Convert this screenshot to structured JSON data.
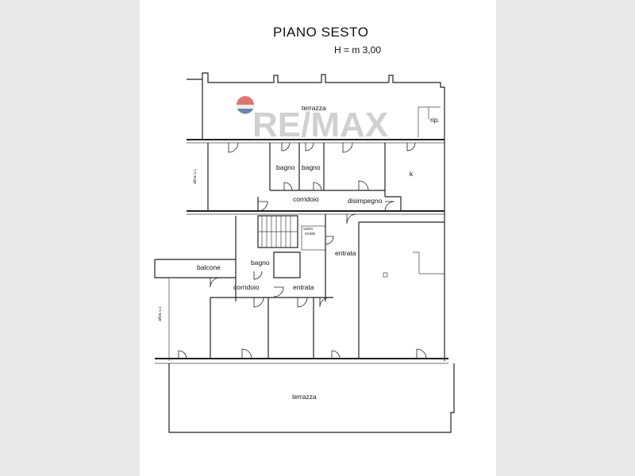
{
  "plan": {
    "title": "PIANO SESTO",
    "height_note": "H = m 3,00"
  },
  "watermark": {
    "brand": "RE/MAX",
    "brand_color": "#c8c8c8",
    "balloon_colors": [
      "#d0312d",
      "#1a4b8c"
    ]
  },
  "rooms": {
    "terrazza_top": "terrazza",
    "rip": "rip.",
    "bagno_1": "bagno",
    "bagno_2": "bagno",
    "k": "k",
    "corridoio_top": "corridoio",
    "disimpegno": "disimpegno",
    "vano_scala_1": "vano",
    "vano_scala_2": "scala",
    "entrata_right": "entrata",
    "bagno_center": "bagno",
    "balcone": "balcone",
    "corridoio_left": "corridoio",
    "entrata_center": "entrata",
    "terrazza_bottom": "terrazza"
  },
  "side_notes": {
    "left_upper": "altra u.i.",
    "left_lower": "altra u.i."
  }
}
